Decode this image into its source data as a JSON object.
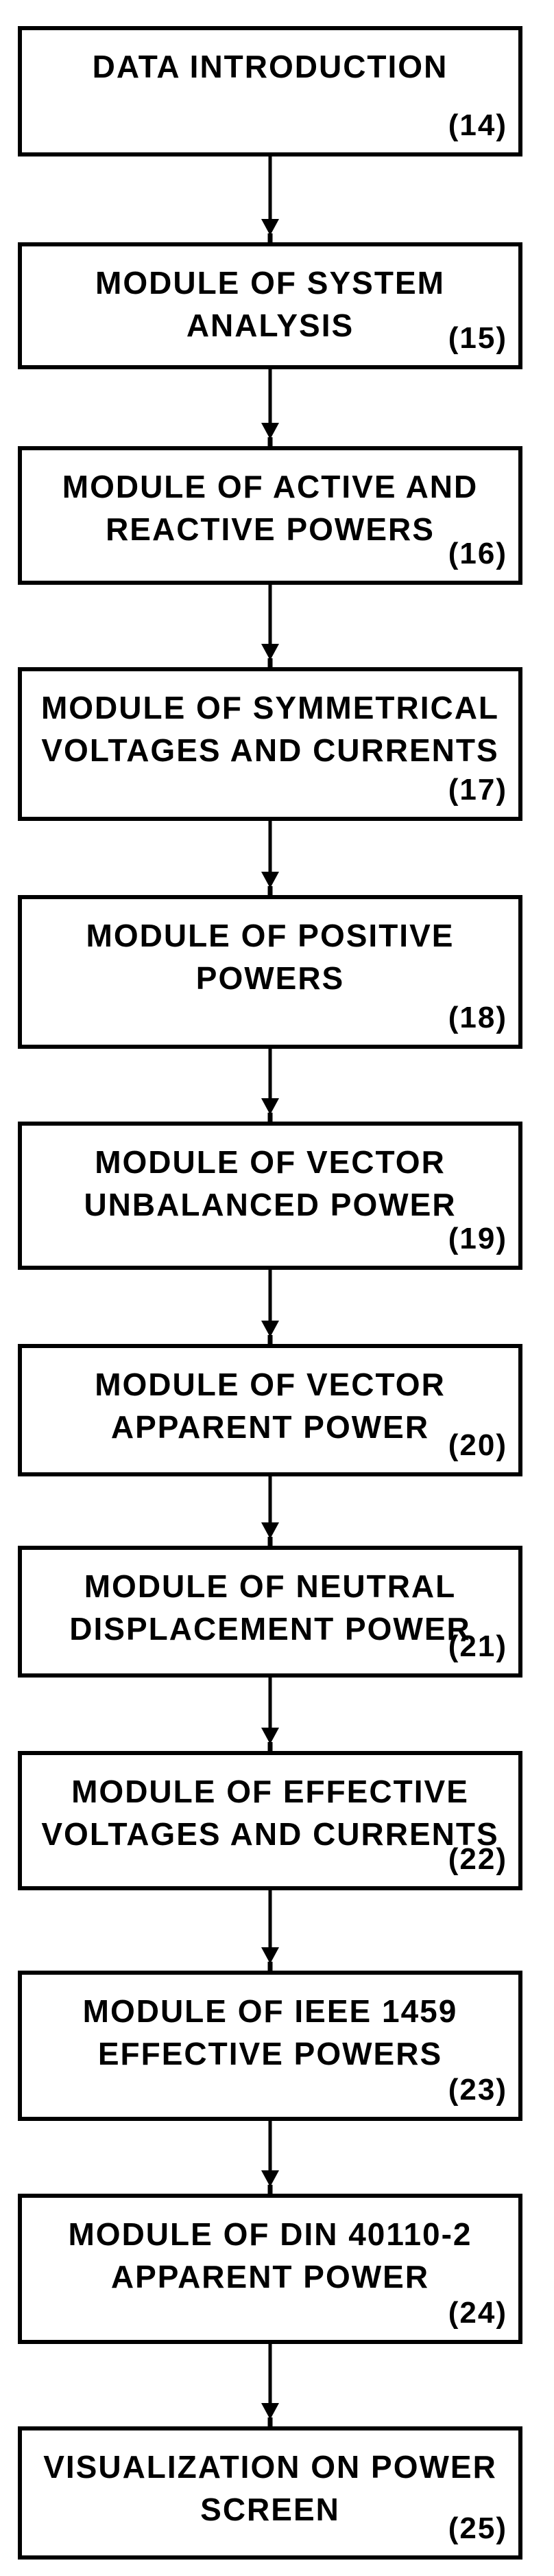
{
  "diagram": {
    "type": "flowchart",
    "direction": "top-down",
    "colors": {
      "border": "#000000",
      "text": "#000000",
      "background": "#ffffff"
    },
    "boxes": [
      {
        "lines": [
          "DATA INTRODUCTION"
        ],
        "ref": "(14)"
      },
      {
        "lines": [
          "MODULE OF SYSTEM",
          "ANALYSIS"
        ],
        "ref": "(15)"
      },
      {
        "lines": [
          "MODULE OF ACTIVE AND",
          "REACTIVE POWERS"
        ],
        "ref": "(16)"
      },
      {
        "lines": [
          "MODULE OF SYMMETRICAL",
          "VOLTAGES AND CURRENTS"
        ],
        "ref": "(17)"
      },
      {
        "lines": [
          "MODULE OF POSITIVE",
          "POWERS"
        ],
        "ref": "(18)"
      },
      {
        "lines": [
          "MODULE OF VECTOR",
          "UNBALANCED POWER"
        ],
        "ref": "(19)"
      },
      {
        "lines": [
          "MODULE OF VECTOR",
          "APPARENT POWER"
        ],
        "ref": "(20)"
      },
      {
        "lines": [
          "MODULE OF NEUTRAL",
          "DISPLACEMENT POWER"
        ],
        "ref": "(21)"
      },
      {
        "lines": [
          "MODULE OF EFFECTIVE",
          "VOLTAGES AND CURRENTS"
        ],
        "ref": "(22)"
      },
      {
        "lines": [
          "MODULE OF IEEE 1459",
          "EFFECTIVE POWERS"
        ],
        "ref": "(23)"
      },
      {
        "lines": [
          "MODULE OF DIN 40110-2",
          "APPARENT POWER"
        ],
        "ref": "(24)"
      },
      {
        "lines": [
          "VISUALIZATION ON POWER",
          "SCREEN"
        ],
        "ref": "(25)"
      }
    ]
  }
}
